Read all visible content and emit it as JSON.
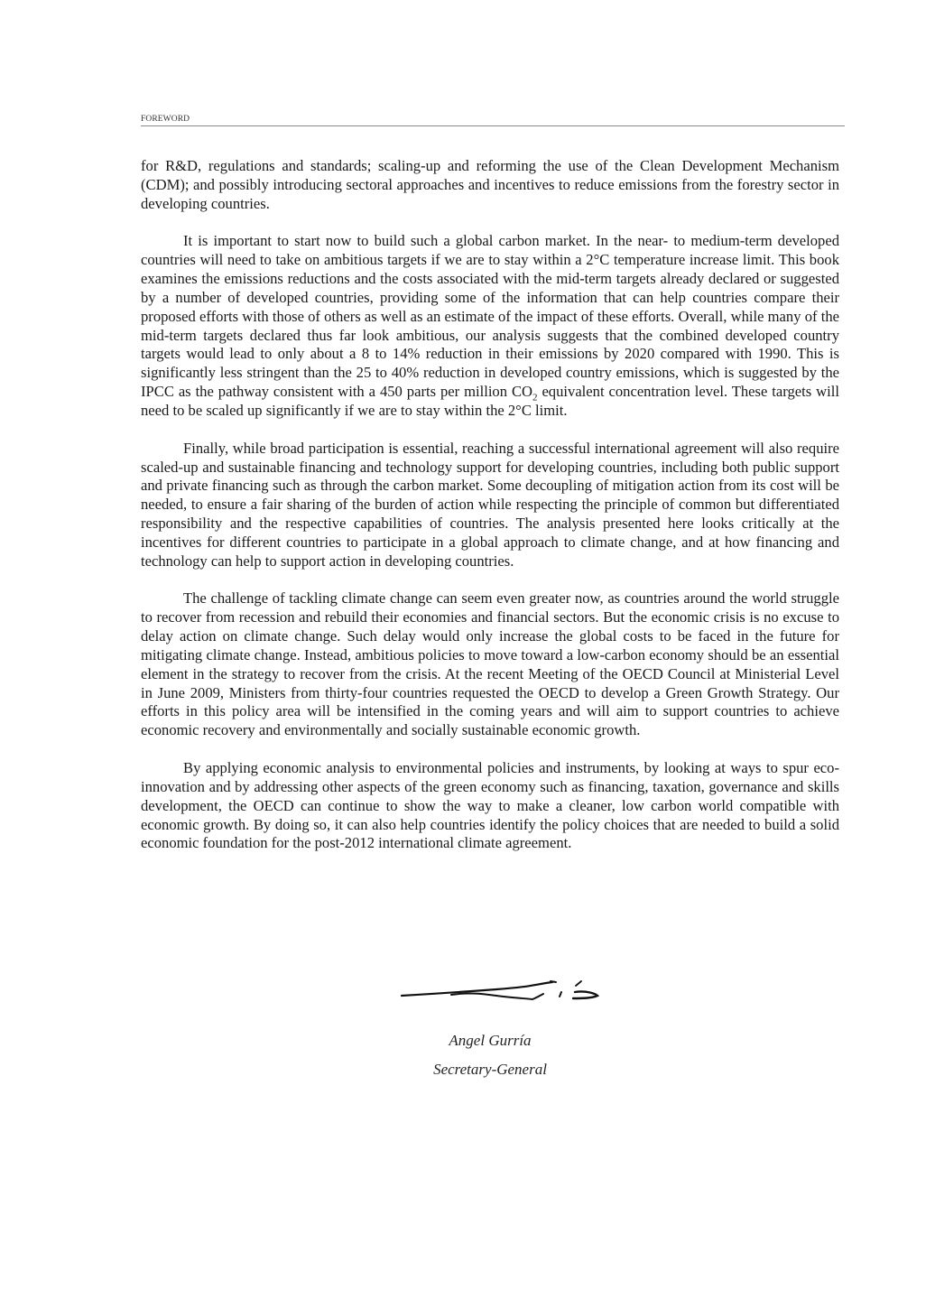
{
  "header": {
    "section_label": "FOREWORD"
  },
  "paragraphs": [
    {
      "indent": false,
      "text": "for R&D, regulations and standards; scaling-up and reforming the use of the Clean Development Mechanism (CDM); and possibly introducing sectoral approaches and incentives to reduce emissions from the forestry sector in developing countries."
    },
    {
      "indent": true,
      "text_before_sub": "It is important to start now to build such a global carbon market. In the near- to medium-term developed countries will need to take on ambitious targets if we are to stay within a 2°C temperature increase limit. This book examines the emissions reductions and the costs associated with the mid-term targets already declared or suggested by a number of developed countries, providing some of the information that can help countries compare their proposed efforts with those of others as well as an estimate of the impact of these efforts. Overall, while many of the mid-term targets declared thus far look ambitious, our analysis suggests that the combined developed country targets would lead to only about a 8 to 14% reduction in their emissions by 2020 compared with 1990. This is significantly less stringent than the 25 to 40% reduction in developed country emissions, which is suggested by the IPCC as the pathway consistent with a 450 parts per million CO",
      "subscript": "2",
      "text_after_sub": " equivalent concentration level. These targets will need to be scaled up significantly if we are to stay within the 2°C limit."
    },
    {
      "indent": true,
      "text": "Finally, while broad participation is essential, reaching a successful international agreement will also require scaled-up and sustainable financing and technology support for developing countries, including both public support and private financing such as through the carbon market. Some decoupling of mitigation action from its cost will be needed, to ensure a fair sharing of the burden of action while respecting the principle of common but differentiated responsibility and the respective capabilities of countries. The analysis presented here looks critically at the incentives for different countries to participate in a global approach to climate change, and at how financing and technology can help to support action in developing countries."
    },
    {
      "indent": true,
      "text": "The challenge of tackling climate change can seem even greater now, as countries around the world struggle to recover from recession and rebuild their economies and financial sectors. But the economic crisis is no excuse to delay action on climate change. Such delay would only increase the global costs to be faced in the future for mitigating climate change. Instead, ambitious policies to move toward a low-carbon economy should be an essential element in the strategy to recover from the crisis. At the recent Meeting of the OECD Council at Ministerial Level in June 2009, Ministers from thirty-four countries requested the OECD to develop a Green Growth Strategy. Our efforts in this policy area will be intensified in the coming years and will aim to support countries to achieve economic recovery and environmentally and socially sustainable economic growth."
    },
    {
      "indent": true,
      "text": "By applying economic analysis to environmental policies and instruments, by looking at ways to spur eco-innovation and by addressing other aspects of the green economy such as financing, taxation, governance and skills development, the OECD can continue to show the way to make a cleaner, low carbon world compatible with economic growth. By doing so, it can also help countries identify the policy choices that are needed to build a solid economic foundation for the post-2012 international climate agreement."
    }
  ],
  "signatory": {
    "name": "Angel Gurría",
    "title": "Secretary-General"
  }
}
